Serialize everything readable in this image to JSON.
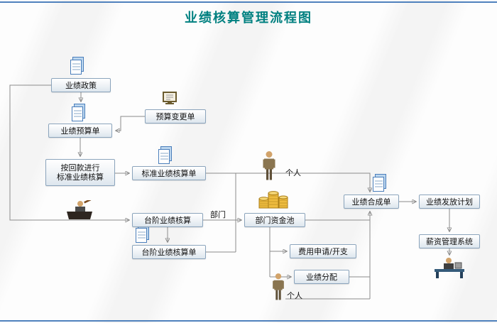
{
  "title": "业绩核算管理流程图",
  "colors": {
    "title_text": "#008080",
    "connector": "#8c8c8c",
    "box_border": "#8ba4bc",
    "edge_rule": "#4f81bd"
  },
  "nodes": {
    "policy": {
      "label": "业绩政策"
    },
    "budget_change": {
      "label": "预算变更单"
    },
    "budget_sheet": {
      "label": "业绩预算单"
    },
    "standard_calc": {
      "label": "按回款进行\n标准业绩核算"
    },
    "standard_sheet": {
      "label": "标准业绩核算单"
    },
    "tier_calc": {
      "label": "台阶业绩核算"
    },
    "tier_sheet": {
      "label": "台阶业绩核算单"
    },
    "dept_pool": {
      "label": "部门资金池"
    },
    "composite_sheet": {
      "label": "业绩合成单"
    },
    "payout_plan": {
      "label": "业绩发放计划"
    },
    "expense": {
      "label": "费用申请/开支"
    },
    "distribution": {
      "label": "业绩分配"
    },
    "salary_system": {
      "label": "薪资管理系统"
    }
  },
  "labels": {
    "person_top": "个人",
    "department": "部门",
    "person_bottom": "个人"
  },
  "icons": {
    "document-icon": "stacked blue document pages",
    "budget-change-doc-icon": "framed change-order sheet",
    "person-icon": "standing businessman silhouette",
    "coins-icon": "stacks of gold coins",
    "auctioneer-icon": "figure with gavel behind dark bench",
    "clerk-desk-icon": "clerk working at a desk"
  }
}
